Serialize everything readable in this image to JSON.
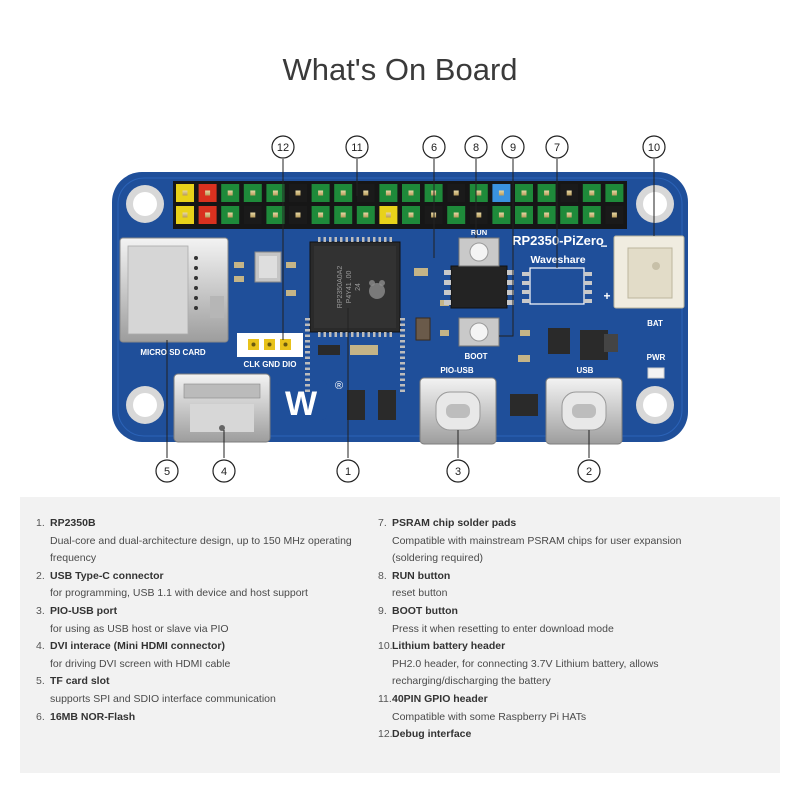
{
  "page_title": "What's On Board",
  "board": {
    "model_label": "RP2350-PiZero",
    "brand_label": "Waveshare",
    "chip_marking": [
      "RP2350A0A2",
      "P4Y41 .00",
      "24"
    ],
    "run_label": "RUN",
    "boot_label": "BOOT",
    "sd_label": "MICRO SD CARD",
    "debug_labels": "CLK GND DIO",
    "piousb_label": "PIO-USB",
    "usb_label": "USB",
    "bat_label": "BAT",
    "pwr_label": "PWR",
    "plus_label": "+",
    "minus_label": "−",
    "logo_label": "W",
    "registered": "®"
  },
  "callouts": {
    "c1": "1",
    "c2": "2",
    "c3": "3",
    "c4": "4",
    "c5": "5",
    "c6": "6",
    "c7": "7",
    "c8": "8",
    "c9": "9",
    "c10": "10",
    "c11": "11",
    "c12": "12"
  },
  "features": [
    {
      "num": "1.",
      "title": "RP2350B",
      "desc": [
        "Dual-core and dual-architecture design, up to 150 MHz operating",
        "frequency"
      ]
    },
    {
      "num": "2.",
      "title": "USB Type-C connector",
      "desc": [
        "for programming, USB 1.1 with device and host support"
      ]
    },
    {
      "num": "3.",
      "title": "PIO-USB port",
      "desc": [
        "for using as USB host or slave via PIO"
      ]
    },
    {
      "num": "4.",
      "title": "DVI interace (Mini HDMI connector)",
      "desc": [
        "for driving DVI screen with HDMI cable"
      ]
    },
    {
      "num": "5.",
      "title": "TF card slot",
      "desc": [
        "supports SPI and SDIO interface communication"
      ]
    },
    {
      "num": "6.",
      "title": "16MB NOR-Flash",
      "desc": []
    },
    {
      "num": "7.",
      "title": "PSRAM chip solder pads",
      "desc": [
        "Compatible with mainstream PSRAM chips for user expansion",
        "(soldering required)"
      ]
    },
    {
      "num": "8.",
      "title": "RUN button",
      "desc": [
        "reset button"
      ]
    },
    {
      "num": "9.",
      "title": "BOOT button",
      "desc": [
        "Press it when resetting to enter download mode"
      ]
    },
    {
      "num": "10.",
      "title": "Lithium battery header",
      "desc": [
        "PH2.0 header, for connecting 3.7V Lithium battery, allows",
        "recharging/discharging the battery"
      ]
    },
    {
      "num": "11.",
      "title": "40PIN GPIO header",
      "desc": [
        "Compatible with some Raspberry Pi HATs"
      ]
    },
    {
      "num": "12.",
      "title": "Debug interface",
      "desc": []
    }
  ],
  "colors": {
    "pcb": "#1f4f9a",
    "pin_green": "#1e8a3a",
    "pin_red": "#d9311f",
    "pin_yellow": "#e8d21a",
    "pin_blue": "#3a93e0",
    "pin_black": "#1a1a1a"
  }
}
